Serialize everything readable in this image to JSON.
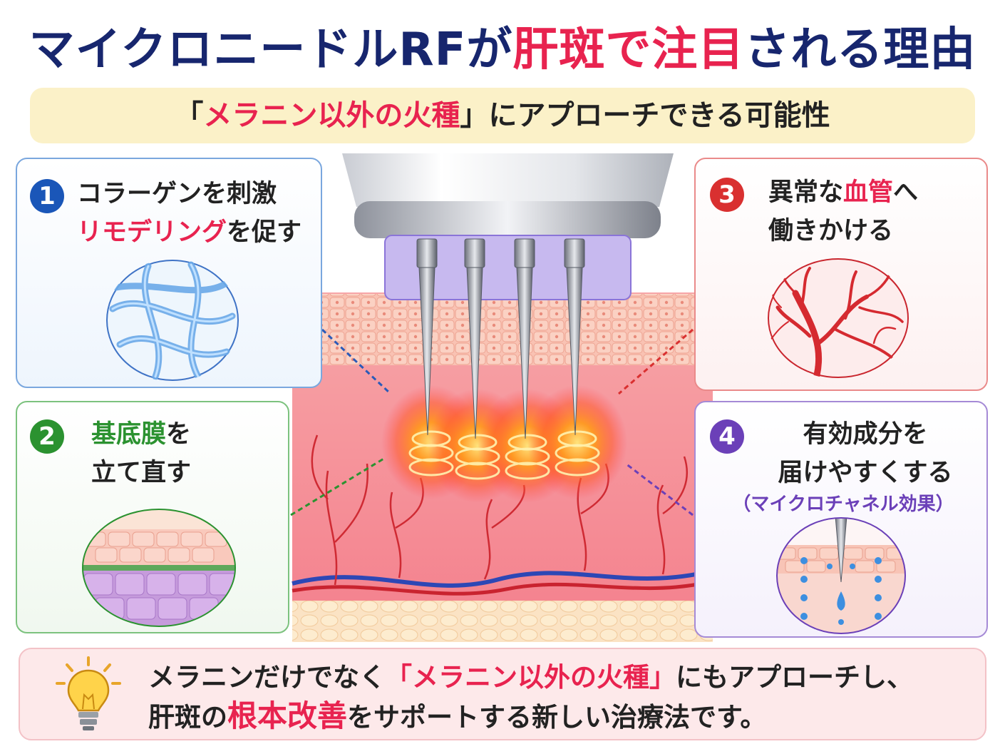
{
  "title": {
    "part1": "マイクロニードルRFが",
    "highlight": "肝斑で注目",
    "part2": "される理由"
  },
  "subtitle": {
    "open": "「",
    "highlight": "メラニン以外の火種",
    "close": "」にアプローチできる可能性"
  },
  "cards": [
    {
      "number": "1",
      "line1": "コラーゲンを刺激",
      "line2_highlight": "リモデリング",
      "line2_rest": "を促す",
      "color": "#1a56b8"
    },
    {
      "number": "2",
      "line1_highlight": "基底膜",
      "line1_rest": "を",
      "line2": "立て直す",
      "color": "#2b9230"
    },
    {
      "number": "3",
      "line1_plain": "異常な",
      "line1_highlight": "血管",
      "line1_rest": "へ",
      "line2": "働きかける",
      "color": "#d93030"
    },
    {
      "number": "4",
      "line1": "有効成分を",
      "line2": "届けやすくする",
      "note": "（マイクロチャネル効果）",
      "color": "#6b40b8"
    }
  ],
  "bottom": {
    "line1_part1": "メラニンだけでなく",
    "line1_highlight": "「メラニン以外の火種」",
    "line1_part2": "にもアプローチし、",
    "line2_part1": "肝斑の",
    "line2_highlight": "根本改善",
    "line2_part2": "をサポートする新しい治療法です。"
  },
  "colors": {
    "title": "#17266e",
    "accent": "#e8234f",
    "subtitle_bg": "#fbf1c8",
    "bottom_bg": "#fde9ea"
  },
  "icons": [
    "lightbulb-icon",
    "microneedle-device",
    "collagen-fiber-icon",
    "basement-membrane-icon",
    "blood-vessel-icon",
    "microchannel-icon"
  ]
}
